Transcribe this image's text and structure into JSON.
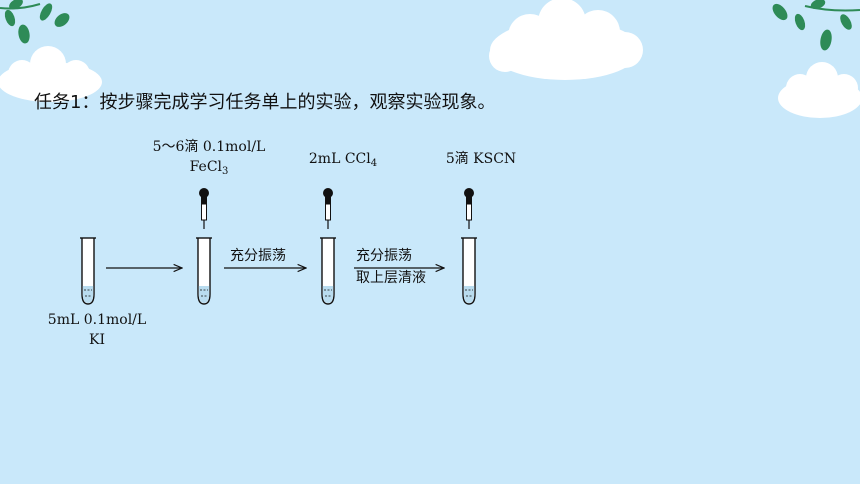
{
  "task": {
    "text": "任务1：按步骤完成学习任务单上的实验，观察实验现象。"
  },
  "reagents": {
    "fecl3_line1": "5～6滴 0.1mol/L",
    "fecl3_line2": "FeCl",
    "fecl3_sub": "3",
    "ccl4_main": "2mL CCl",
    "ccl4_sub": "4",
    "kscn": "5滴 KSCN",
    "ki_line1": "5mL 0.1mol/L",
    "ki_line2": "KI"
  },
  "arrows": {
    "step2": "充分振荡",
    "step3_line1": "充分振荡",
    "step3_line2": "取上层清液"
  },
  "colors": {
    "background": "#c9e8fa",
    "cloud": "#ffffff",
    "leaf": "#2e8b57",
    "liquid": "#b9dcef"
  }
}
